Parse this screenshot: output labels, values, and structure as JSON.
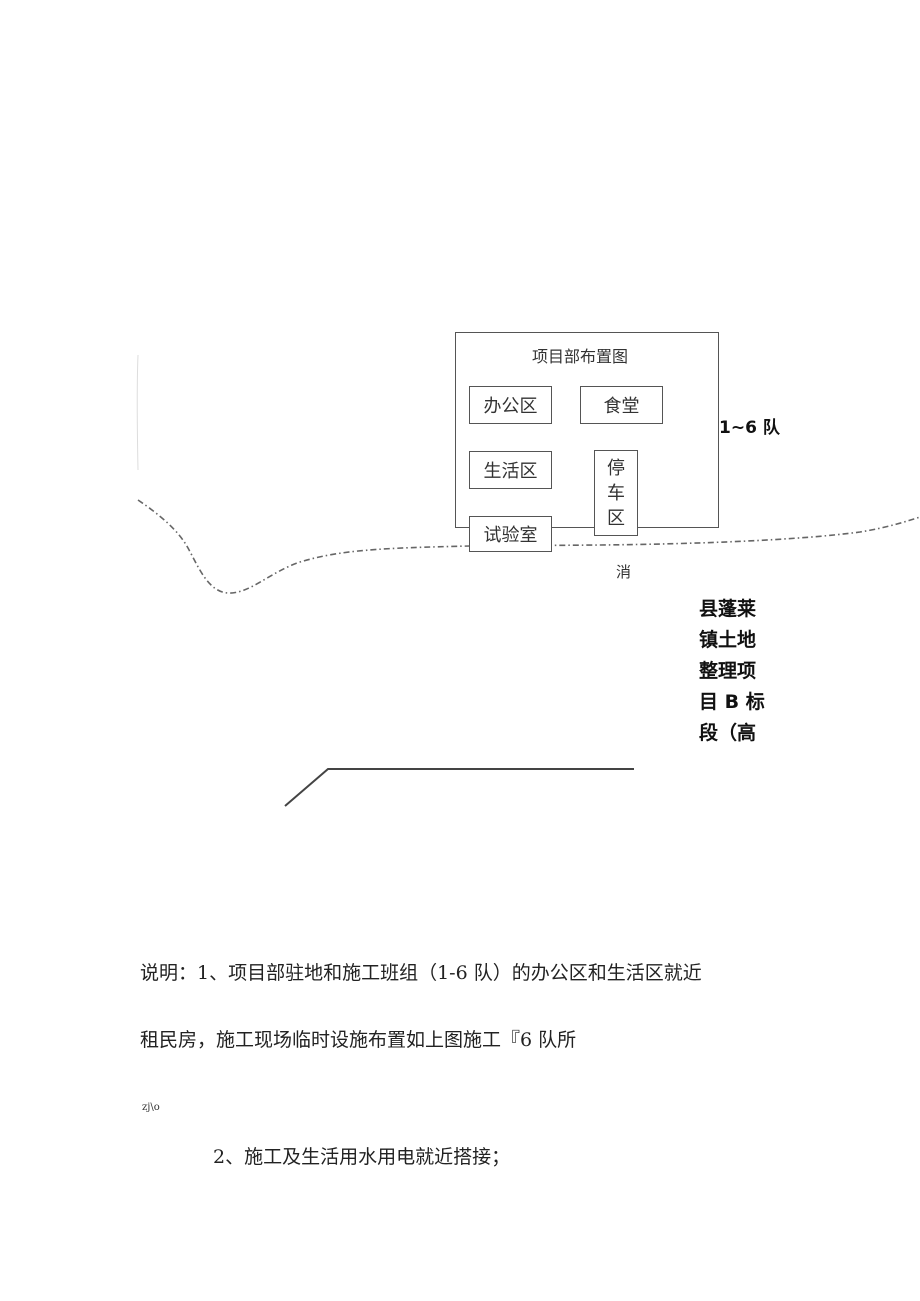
{
  "diagram": {
    "title": "项目部布置图",
    "boxes": {
      "office": "办公区",
      "canteen": "食堂",
      "living": "生活区",
      "parking": [
        "停",
        "车",
        "区"
      ],
      "lab": "试验室"
    },
    "team_label": "1~6 队",
    "road_label": "消",
    "side_text": [
      "县蓬莱",
      "镇土地",
      "整理项",
      "目 B 标",
      "段（高"
    ]
  },
  "notes": {
    "line1": "说明：1、项目部驻地和施工班组（1-6 队）的办公区和生活区就近",
    "line2": "租民房，施工现场临时设施布置如上图施工『6 队所",
    "fragment": "zj\\o",
    "line3": "2、施工及生活用水用电就近搭接；"
  }
}
